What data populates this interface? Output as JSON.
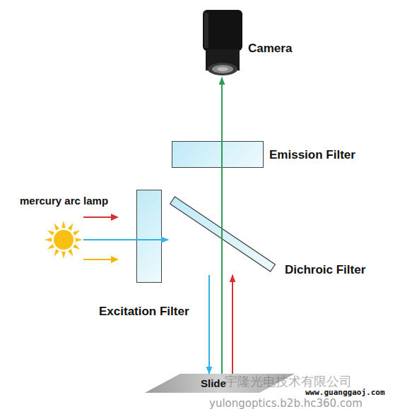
{
  "diagram": {
    "nodes": [
      {
        "text": [
          "Camera"
        ]
      },
      {
        "text": [
          "Emission Filter"
        ]
      },
      {
        "text": [
          "mercury arc lamp"
        ]
      },
      {
        "text": [
          "Excitation Filter"
        ]
      },
      {
        "text": [
          "Dichroic Filter"
        ]
      },
      {
        "text": [
          "Slide"
        ]
      }
    ],
    "edges": [
      {
        "from": 2,
        "to": 4,
        "arrow": "to"
      },
      {
        "from": 4,
        "to": 5,
        "arrow": "to"
      },
      {
        "from": 5,
        "to": 0,
        "arrow": "to"
      },
      {
        "from": 5,
        "to": 4,
        "arrow": "to"
      }
    ],
    "labels": [
      "宇隆光电技术有限公司",
      "www.guanggaoj.com",
      "yulongoptics.b2b.hc360.com"
    ]
  }
}
